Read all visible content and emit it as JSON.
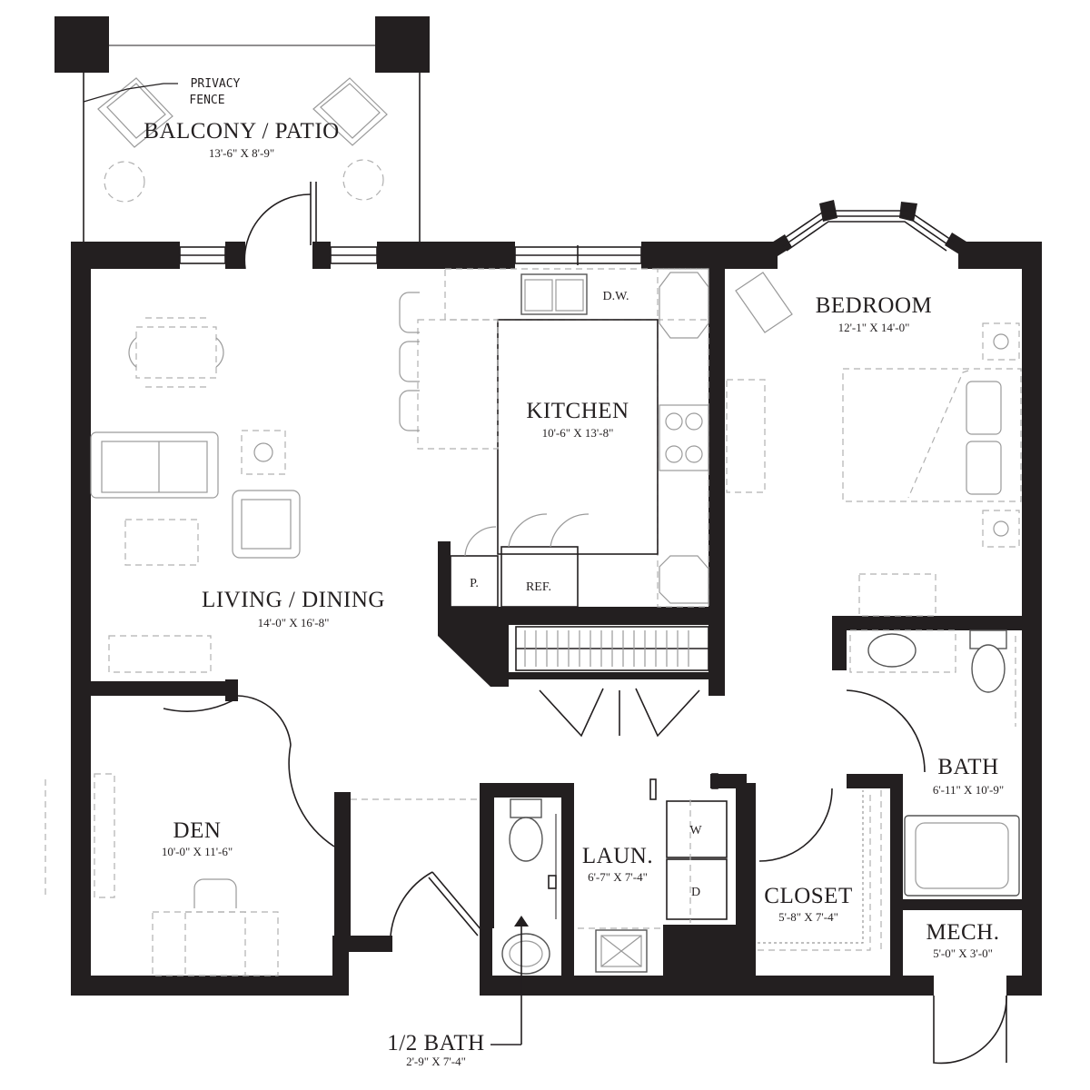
{
  "rooms": {
    "balcony": {
      "name": "BALCONY / PATIO",
      "dims": "13'-6\" X 8'-9\""
    },
    "living": {
      "name": "LIVING / DINING",
      "dims": "14'-0\" X 16'-8\""
    },
    "kitchen": {
      "name": "KITCHEN",
      "dims": "10'-6\" X 13'-8\""
    },
    "bedroom": {
      "name": "BEDROOM",
      "dims": "12'-1\" X 14'-0\""
    },
    "den": {
      "name": "DEN",
      "dims": "10'-0\" X 11'-6\""
    },
    "laundry": {
      "name": "LAUN.",
      "dims": "6'-7\" X 7'-4\""
    },
    "closet": {
      "name": "CLOSET",
      "dims": "5'-8\" X 7'-4\""
    },
    "bath": {
      "name": "BATH",
      "dims": "6'-11\" X 10'-9\""
    },
    "mech": {
      "name": "MECH.",
      "dims": "5'-0\" X 3'-0\""
    },
    "half_bath": {
      "name": "1/2 BATH",
      "dims": "2'-9\" X 7'-4\""
    }
  },
  "labels": {
    "privacy_fence_1": "PRIVACY",
    "privacy_fence_2": "FENCE",
    "dishwasher": "D.W.",
    "pantry": "P.",
    "refrigerator": "REF.",
    "washer": "W",
    "dryer": "D"
  }
}
